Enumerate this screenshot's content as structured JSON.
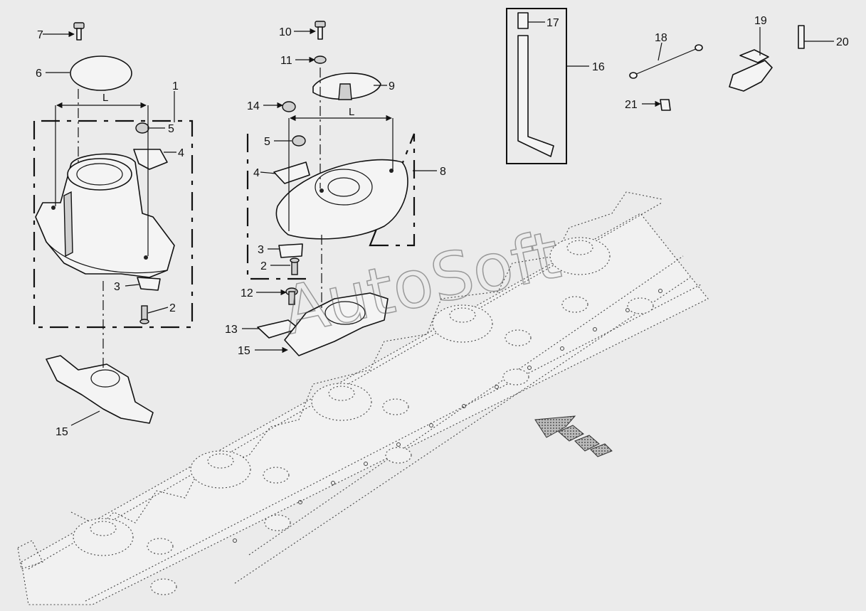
{
  "callouts": [
    "1",
    "2",
    "3",
    "4",
    "5",
    "6",
    "7",
    "8",
    "9",
    "10",
    "11",
    "12",
    "13",
    "14",
    "15",
    "16",
    "17",
    "18",
    "19",
    "20",
    "21"
  ],
  "dimension_label": "L",
  "watermark": "AutoSoft"
}
